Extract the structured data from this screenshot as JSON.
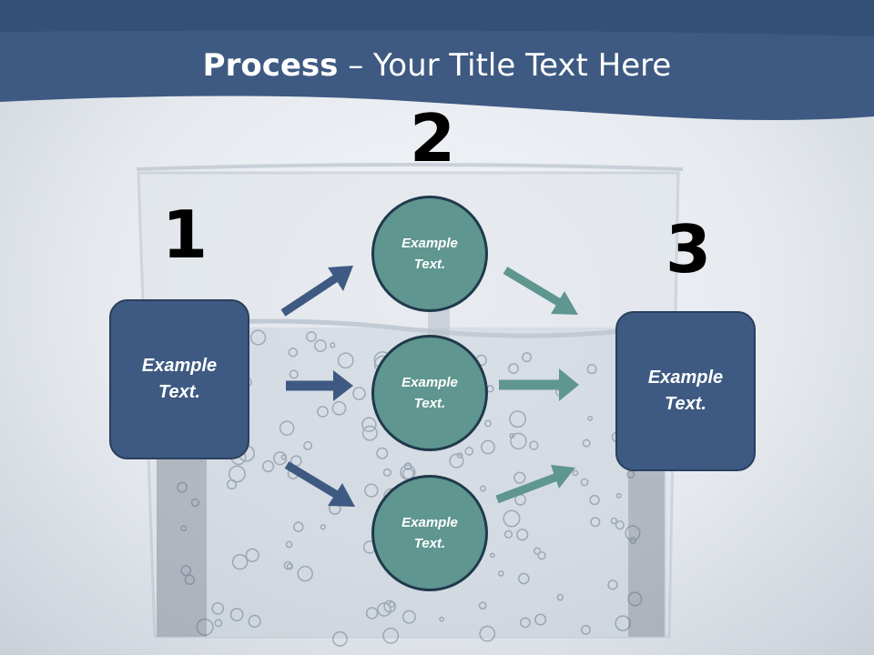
{
  "title": {
    "bold": "Process",
    "separator": " – ",
    "rest": "Your Title Text Here"
  },
  "numbers": [
    "1",
    "2",
    "3"
  ],
  "left_box": {
    "text": "Example\nText."
  },
  "right_box": {
    "text": "Example\nText."
  },
  "circles": [
    {
      "text": "Example\nText."
    },
    {
      "text": "Example\nText."
    },
    {
      "text": "Example\nText."
    }
  ],
  "colors": {
    "header": "#3e5a82",
    "box_fill": "#3e5a82",
    "circle_fill": "#5f9690",
    "arrow_blue": "#3e5a82",
    "arrow_teal": "#5f9690"
  }
}
